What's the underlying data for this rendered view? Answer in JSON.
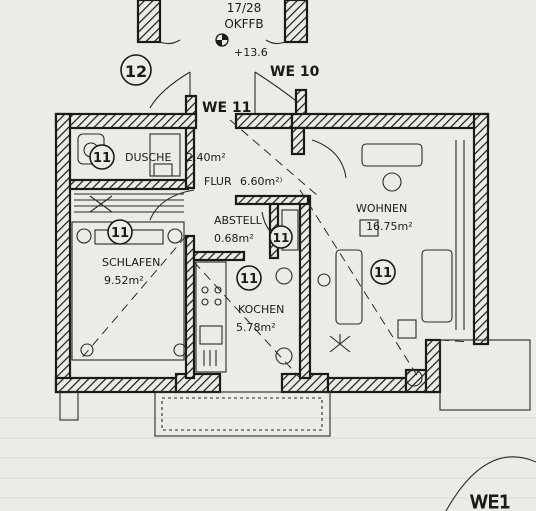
{
  "plan": {
    "top": {
      "level_text": "17/28",
      "reference_text": "OKFFB",
      "elevation_text": "+13.6"
    },
    "unit_labels": {
      "we10": "WE 10",
      "we11": "WE 11",
      "we1_partial": "WE1"
    },
    "staircase_badge": "12",
    "rooms": [
      {
        "id": "dusche",
        "name": "DUSCHE",
        "area": "2.40m²",
        "unit": "11"
      },
      {
        "id": "flur",
        "name": "FLUR",
        "area": "6.60m²⁾",
        "unit": ""
      },
      {
        "id": "abstell",
        "name": "ABSTELL",
        "area": "0.68m²",
        "unit": "11"
      },
      {
        "id": "wohnen",
        "name": "WOHNEN",
        "area": "16.75m²",
        "unit": "11"
      },
      {
        "id": "schlafen",
        "name": "SCHLAFEN",
        "area": "9.52m²",
        "unit": "11"
      },
      {
        "id": "kochen",
        "name": "KOCHEN",
        "area": "5.78m²",
        "unit": "11"
      }
    ]
  },
  "colors": {
    "paper": "#ecebe6",
    "ink": "#1a1a1a"
  }
}
